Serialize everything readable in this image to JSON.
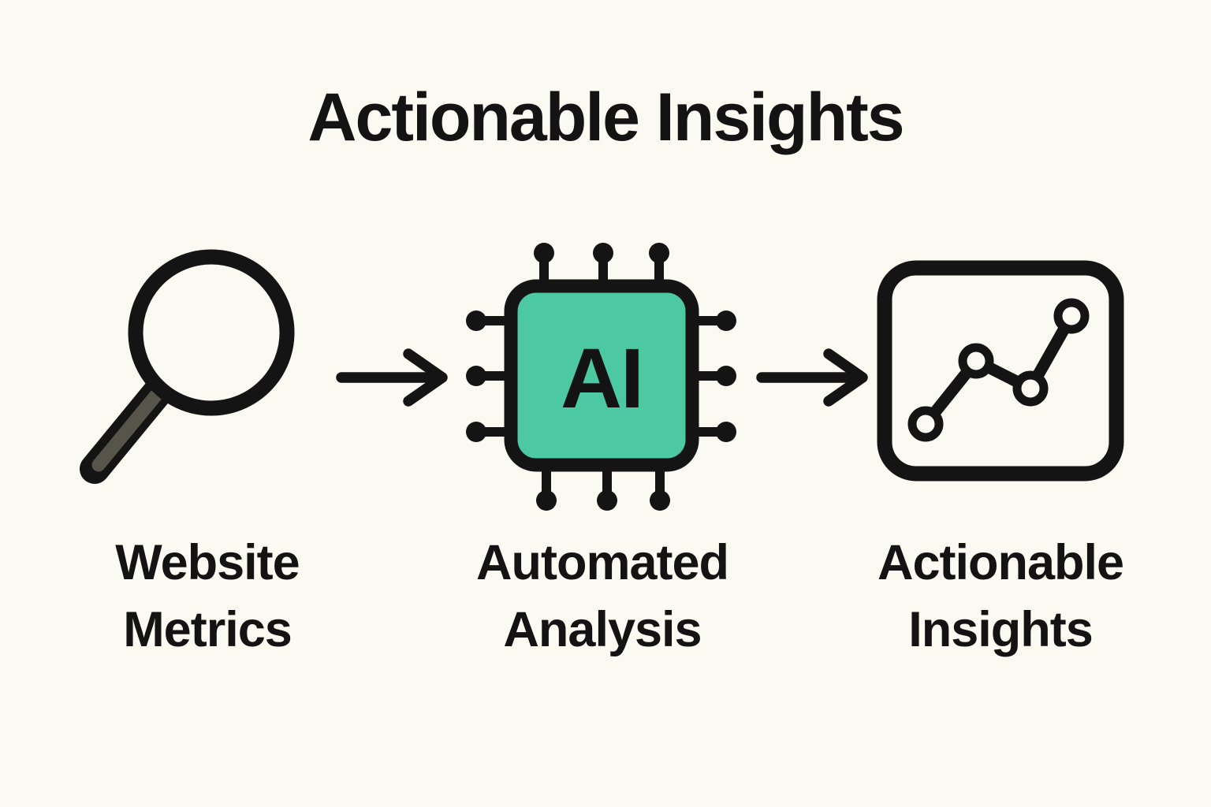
{
  "title": "Actionable Insights",
  "colors": {
    "background": "#faf9f2",
    "ink": "#141414",
    "chip_fill": "#4cc8a2",
    "magnifier_handle": "#57544a",
    "node_fill": "#faf9f2"
  },
  "steps": [
    {
      "icon": "magnifying-glass-icon",
      "label_lines": [
        "Website",
        "Metrics"
      ]
    },
    {
      "icon": "ai-chip-icon",
      "chip_text": "AI",
      "label_lines": [
        "Automated",
        "Analysis"
      ]
    },
    {
      "icon": "line-chart-icon",
      "label_lines": [
        "Actionable",
        "Insights"
      ]
    }
  ],
  "arrows": [
    {
      "icon": "right-arrow-icon"
    },
    {
      "icon": "right-arrow-icon"
    }
  ]
}
